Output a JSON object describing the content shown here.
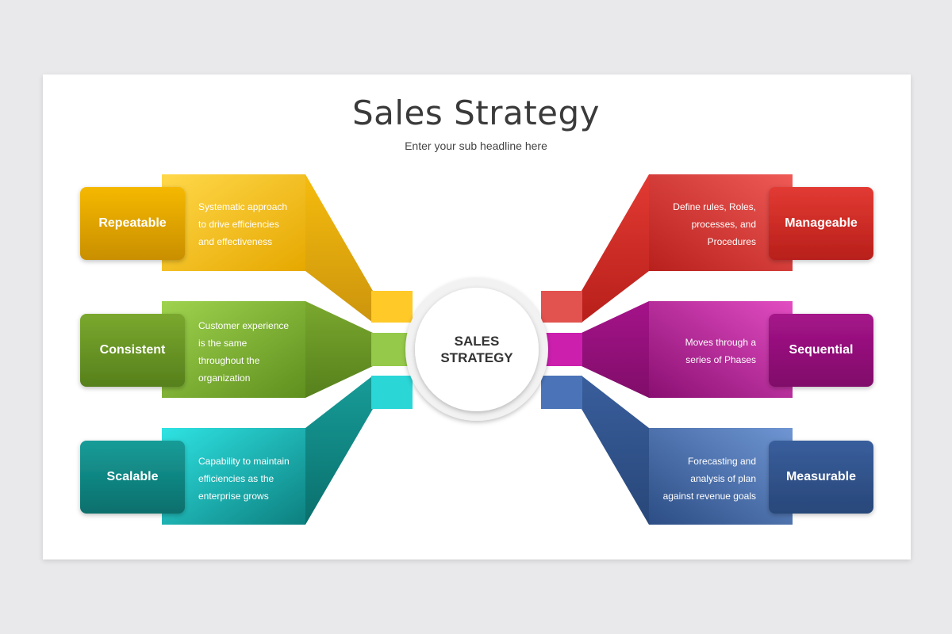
{
  "title": "Sales Strategy",
  "subtitle": "Enter your sub headline here",
  "center": {
    "line1": "SALES",
    "line2": "STRATEGY"
  },
  "items": [
    {
      "label": "Repeatable",
      "desc": [
        "Systematic approach",
        "to drive efficiencies",
        "and effectiveness"
      ],
      "color": "#f2b705"
    },
    {
      "label": "Consistent",
      "desc": [
        "Customer experience",
        "is the same",
        "throughout the",
        "organization"
      ],
      "color": "#7fae2e"
    },
    {
      "label": "Scalable",
      "desc": [
        "Capability to maintain",
        "efficiencies as the",
        "enterprise grows"
      ],
      "color": "#13a9a4"
    },
    {
      "label": "Manageable",
      "desc": [
        "Define rules, Roles,",
        "processes, and",
        "Procedures"
      ],
      "color": "#d9302b"
    },
    {
      "label": "Sequential",
      "desc": [
        "Moves through a",
        "series of Phases"
      ],
      "color": "#b3148f"
    },
    {
      "label": "Measurable",
      "desc": [
        "Forecasting and",
        "analysis of plan",
        "against revenue goals"
      ],
      "color": "#3d64a3"
    }
  ]
}
